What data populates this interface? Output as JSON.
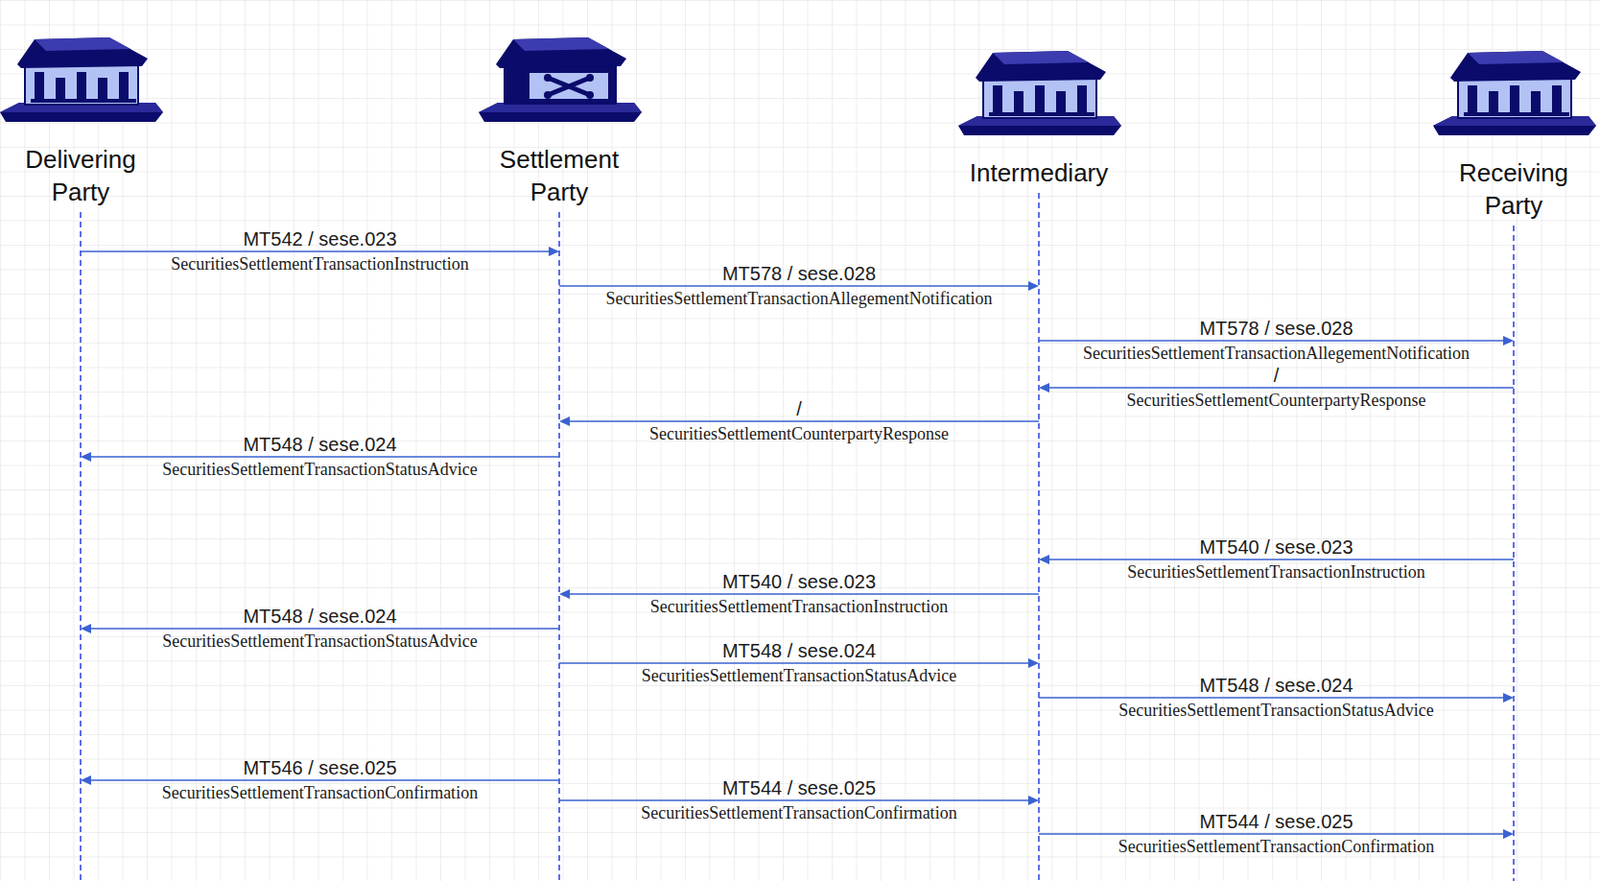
{
  "diagram": {
    "nodes": [
      {
        "text": [
          "Delivering Party"
        ]
      },
      {
        "text": [
          "Settlement Party"
        ]
      },
      {
        "text": [
          "Intermediary"
        ]
      },
      {
        "text": [
          "Receiving Party"
        ]
      }
    ],
    "edges": [
      {
        "from": 0,
        "to": 1,
        "arrow": "to",
        "label": "MT542 / sese.023 SecuritiesSettlementTransactionInstruction"
      },
      {
        "from": 1,
        "to": 2,
        "arrow": "to",
        "label": "MT578 / sese.028 SecuritiesSettlementTransactionAllegementNotification"
      },
      {
        "from": 2,
        "to": 3,
        "arrow": "to",
        "label": "MT578 / sese.028 SecuritiesSettlementTransactionAllegementNotification"
      },
      {
        "from": 3,
        "to": 2,
        "arrow": "to",
        "label": "/ SecuritiesSettlementCounterpartyResponse"
      },
      {
        "from": 2,
        "to": 1,
        "arrow": "to",
        "label": "/ SecuritiesSettlementCounterpartyResponse"
      },
      {
        "from": 1,
        "to": 0,
        "arrow": "to",
        "label": "MT548 / sese.024 SecuritiesSettlementTransactionStatusAdvice"
      },
      {
        "from": 3,
        "to": 2,
        "arrow": "to",
        "label": "MT540 / sese.023 SecuritiesSettlementTransactionInstruction"
      },
      {
        "from": 2,
        "to": 1,
        "arrow": "to",
        "label": "MT540 / sese.023 SecuritiesSettlementTransactionInstruction"
      },
      {
        "from": 1,
        "to": 0,
        "arrow": "to",
        "label": "MT548 / sese.024 SecuritiesSettlementTransactionStatusAdvice"
      },
      {
        "from": 1,
        "to": 2,
        "arrow": "to",
        "label": "MT548 / sese.024 SecuritiesSettlementTransactionStatusAdvice"
      },
      {
        "from": 2,
        "to": 3,
        "arrow": "to",
        "label": "MT548 / sese.024 SecuritiesSettlementTransactionStatusAdvice"
      },
      {
        "from": 1,
        "to": 0,
        "arrow": "to",
        "label": "MT546 / sese.025 SecuritiesSettlementTransactionConfirmation"
      },
      {
        "from": 1,
        "to": 2,
        "arrow": "to",
        "label": "MT544 / sese.025 SecuritiesSettlementTransactionConfirmation"
      },
      {
        "from": 2,
        "to": 3,
        "arrow": "to",
        "label": "MT544 / sese.025 SecuritiesSettlementTransactionConfirmation"
      }
    ]
  }
}
